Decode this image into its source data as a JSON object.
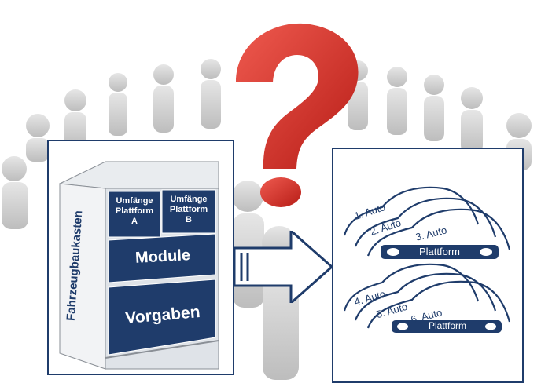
{
  "cabinet": {
    "side_label": "Fahrzeugbaukasten",
    "platform_a": [
      "Umfänge",
      "Plattform",
      "A"
    ],
    "platform_b": [
      "Umfänge",
      "Plattform",
      "B"
    ],
    "modules": "Module",
    "specs": "Vorgaben"
  },
  "group1": {
    "cars": [
      "1. Auto",
      "2. Auto",
      "3. Auto"
    ],
    "platform": "Plattform"
  },
  "group2": {
    "cars": [
      "4. Auto",
      "5. Auto",
      "6. Auto"
    ],
    "platform": "Plattform"
  },
  "colors": {
    "navy": "#1f3c6b",
    "question_mark": "#d62b24",
    "people": "#c8c8c8"
  }
}
